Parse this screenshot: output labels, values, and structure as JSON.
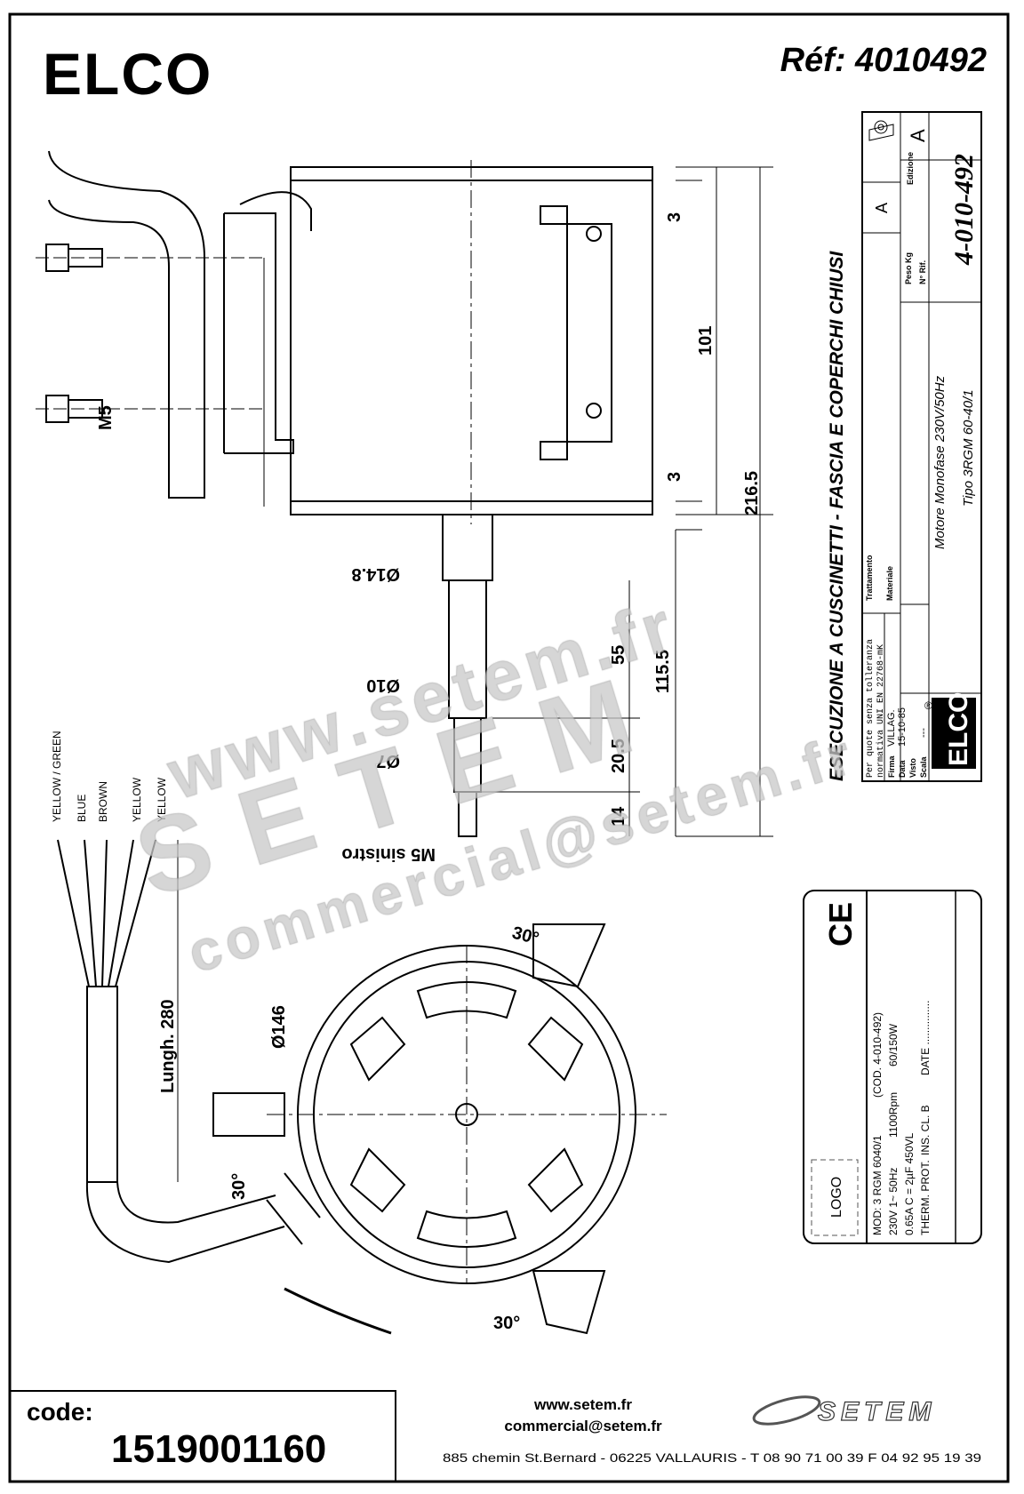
{
  "header": {
    "brand": "ELCO",
    "reference": "Réf: 4010492"
  },
  "section_title": "ESECUZIONE A CUSCINETTI - FASCIA E COPERCHI CHIUSI",
  "title_block": {
    "tolerance_note_1": "Per quote senza tolleranza",
    "tolerance_note_2": "normativa UNI EN 22768-mK",
    "trattamento_label": "Trattamento",
    "materiale_label": "Materiale",
    "firma_label": "Firma",
    "firma_value": "VILLAG.",
    "data_label": "Data",
    "data_value": "15-10-85",
    "visto_label": "Visto",
    "scala_label": "Scala",
    "scala_value": "---",
    "description": "Motore Monofase 230V/50Hz",
    "type": "Tipo 3RGM 60-40/1",
    "peso_label": "Peso Kg",
    "rif_label": "N° Rif.",
    "drawing_number": "4-010-492",
    "edizione_label": "Edizione",
    "edizione_value": "A",
    "revision": "A",
    "logo_brand": "ELCO",
    "registered": "®"
  },
  "dimensions": {
    "gap_top": "3",
    "bracket": "101",
    "gap_bottom": "3",
    "overall": "216.5",
    "shaft_length": "115.5",
    "seg1": "55",
    "seg2": "20.5",
    "seg3": "14",
    "d1": "Ø14.8",
    "d2": "Ø10",
    "d3": "Ø7",
    "thread": "M5 sinistro",
    "screw": "M5",
    "diameter": "Ø146",
    "cable_length": "Lungh. 280",
    "angle_top": "30°",
    "angle_left": "30°",
    "angle_bottom": "30°"
  },
  "wires": [
    "YELLOW / GREEN",
    "BLUE",
    "BROWN",
    "YELLOW",
    "YELLOW"
  ],
  "nameplate": {
    "logo_placeholder": "LOGO",
    "ce_mark": "CE",
    "line1a": "MOD: 3 RGM 6040/1",
    "line1b": "(COD. 4-010-492)",
    "line2a": "230V 1~   50Hz",
    "line2b": "1100Rpm",
    "line2c": "60/150W",
    "line3": "0.65A   C = 2µF 450VL",
    "line4a": "THERM. PROT.",
    "line4b": "INS. CL. B",
    "line4c": "DATE ..............."
  },
  "watermark": {
    "line1": "www.setem.fr",
    "line2": "SETEM",
    "line3": "commercial@setem.fr"
  },
  "footer": {
    "code_label": "code:",
    "code_value": "1519001160",
    "website": "www.setem.fr",
    "email": "commercial@setem.fr",
    "address": "885 chemin St.Bernard  -  06225 VALLAURIS  -  T 08 90 71 00 39   F 04 92 95 19 39",
    "company_logo": "SETEM"
  }
}
